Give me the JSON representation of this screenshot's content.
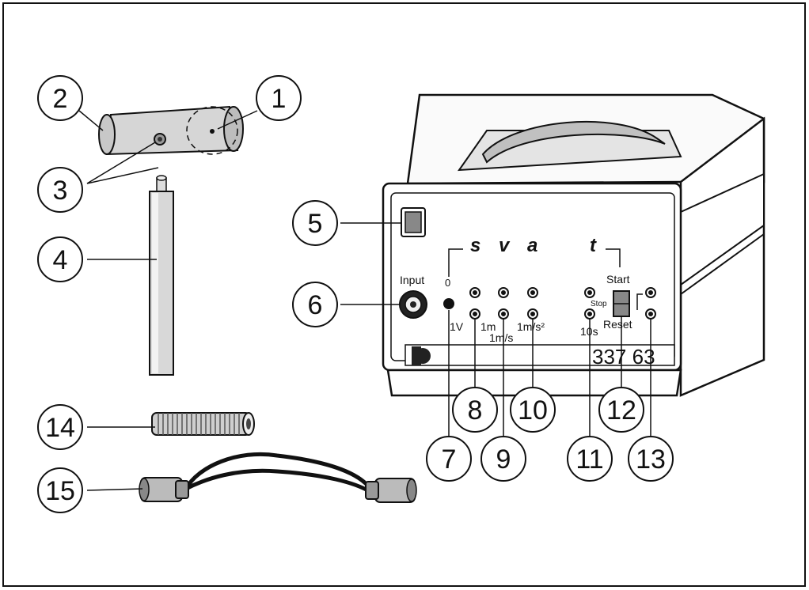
{
  "callouts": [
    "1",
    "2",
    "3",
    "4",
    "5",
    "6",
    "7",
    "8",
    "9",
    "10",
    "11",
    "12",
    "13",
    "14",
    "15"
  ],
  "panel": {
    "axis_s": "s",
    "axis_v": "v",
    "axis_a": "a",
    "axis_t": "t",
    "zero": "0",
    "input": "Input",
    "start": "Start",
    "stop": "Stop",
    "reset": "Reset",
    "unit_1v": "1V",
    "unit_1m": "1m",
    "unit_1ms": "1m/s",
    "unit_1ms2": "1m/s²",
    "unit_10s": "10s",
    "model": "337 63"
  },
  "colors": {
    "line": "#111111",
    "device": "#ffffff",
    "shade": "#d9d9d9",
    "dark": "#222222"
  }
}
